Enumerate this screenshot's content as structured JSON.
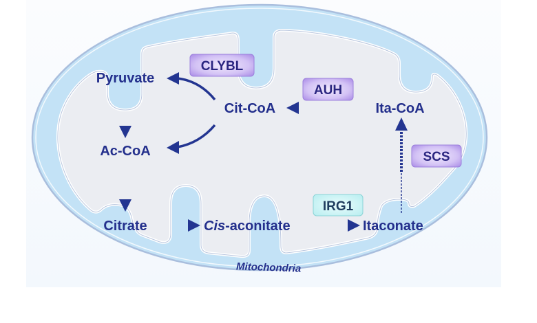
{
  "diagram": {
    "title": "Itaconate metabolism in mitochondria",
    "compartment_label": "Mitochondria",
    "colors": {
      "outer_membrane": "#c3e2f6",
      "outer_membrane_edge": "#9fb7d9",
      "matrix": "#ebedf2",
      "text": "#232f8c",
      "arrow": "#233591",
      "enzyme_purple_fill": "#c8b3f0",
      "enzyme_purple_border": "#8f72d6",
      "enzyme_teal_fill": "#c9f3f4",
      "enzyme_teal_border": "#8bd3d6",
      "enzyme_text_purple": "#2a2580",
      "enzyme_text_teal": "#1f3c5e"
    },
    "metabolites": {
      "pyruvate": "Pyruvate",
      "ac_coa": "Ac-CoA",
      "citrate": "Citrate",
      "cis_aconitate_italic": "Cis",
      "cis_aconitate_rest": "-aconitate",
      "itaconate": "Itaconate",
      "ita_coa": "Ita-CoA",
      "cit_coa": "Cit-CoA"
    },
    "enzymes": {
      "clybl": "CLYBL",
      "auh": "AUH",
      "scs": "SCS",
      "irg1": "IRG1"
    },
    "reactions": [
      {
        "from": "Pyruvate",
        "to": "Ac-CoA",
        "style": "solid"
      },
      {
        "from": "Ac-CoA",
        "to": "Citrate",
        "style": "solid"
      },
      {
        "from": "Citrate",
        "to": "Cis-aconitate",
        "style": "solid"
      },
      {
        "from": "Cis-aconitate",
        "to": "Itaconate",
        "style": "solid",
        "enzyme": "IRG1"
      },
      {
        "from": "Itaconate",
        "to": "Ita-CoA",
        "style": "dashed",
        "enzyme": "SCS"
      },
      {
        "from": "Ita-CoA",
        "to": "Cit-CoA",
        "style": "solid",
        "enzyme": "AUH"
      },
      {
        "from": "Cit-CoA",
        "to": "Pyruvate",
        "style": "solid",
        "enzyme": "CLYBL"
      },
      {
        "from": "Cit-CoA",
        "to": "Ac-CoA",
        "style": "solid",
        "enzyme": "CLYBL"
      }
    ]
  }
}
